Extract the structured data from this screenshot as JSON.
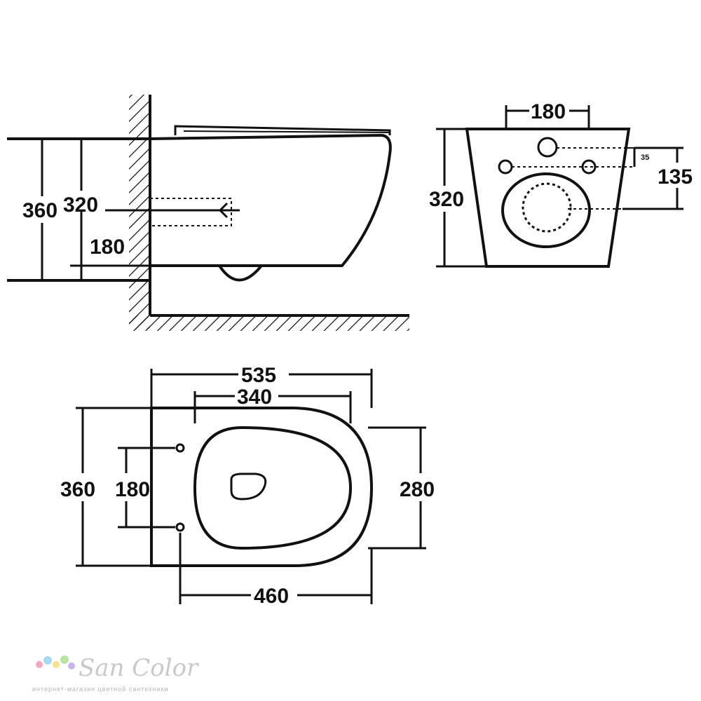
{
  "side_view": {
    "dim_total_height": "360",
    "dim_rim_height": "320",
    "dim_outlet_height": "180"
  },
  "rear_view": {
    "dim_top_width": "180",
    "dim_height": "320",
    "dim_small": "35",
    "dim_right": "135"
  },
  "top_view": {
    "dim_length": "535",
    "dim_inner": "340",
    "dim_width": "360",
    "dim_bolts": "180",
    "dim_front": "280",
    "dim_depth": "460"
  },
  "watermark": {
    "brand": "San Color",
    "tagline": "интернет-магазин цветной сантехники",
    "dot_colors": [
      "#f4a7c0",
      "#a7d8f4",
      "#f7e38c",
      "#b9e3a5",
      "#c8b5ef"
    ]
  }
}
